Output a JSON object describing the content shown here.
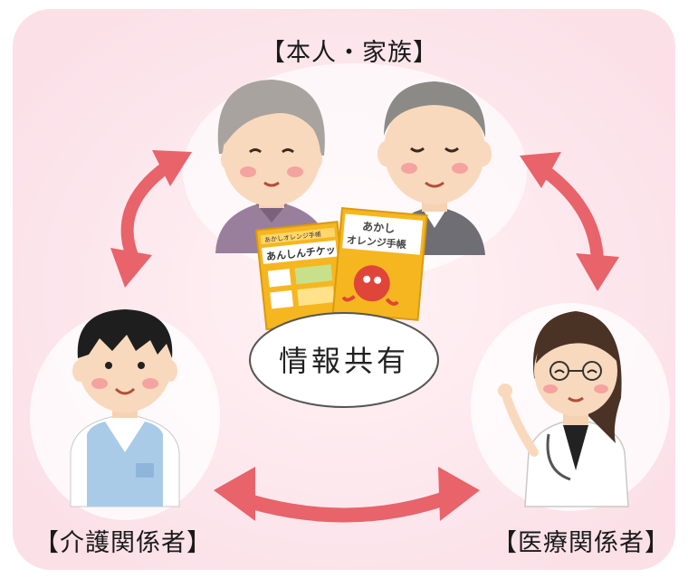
{
  "labels": {
    "family": "【本人・家族】",
    "care": "【介護関係者】",
    "medical": "【医療関係者】"
  },
  "center": {
    "text": "情報共有"
  },
  "notebooks": {
    "back_title": "あんしんチケッ",
    "back_header": "あかしオレンジ手帳",
    "front_title_line1": "あかし",
    "front_title_line2": "オレンジ手帳"
  },
  "colors": {
    "background_panel": "#fde8ee",
    "arrow": "#e8636a",
    "notebook": "#f6b620",
    "center_bubble_border": "#555555"
  },
  "icons": [
    "grandmother-illustration",
    "grandfather-illustration",
    "caregiver-illustration",
    "doctor-illustration",
    "orange-notebook-icon"
  ]
}
